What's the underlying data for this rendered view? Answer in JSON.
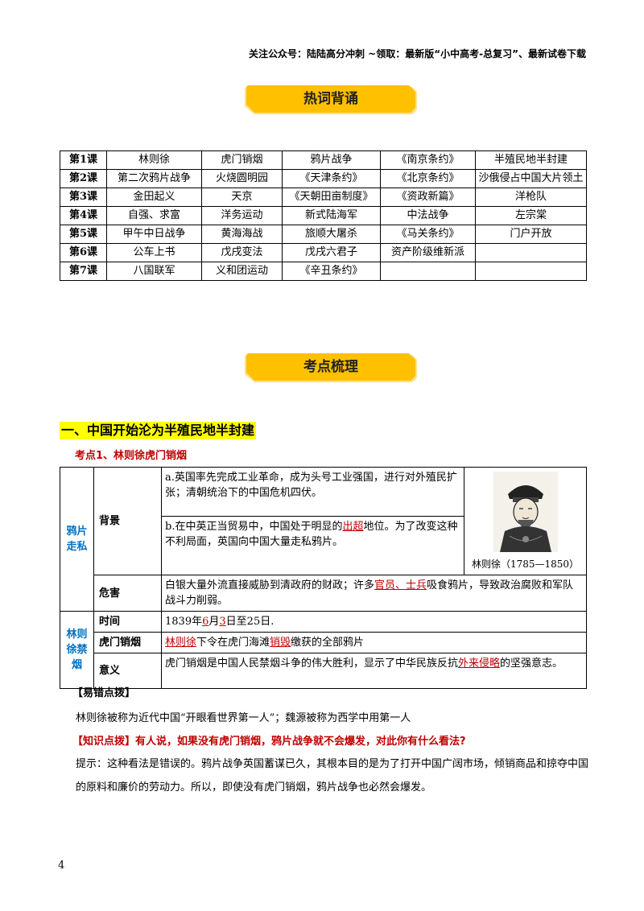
{
  "header_note": "关注公众号：陆陆高分冲刺 ~领取：最新版“小中高考-总复习”、最新试卷下载",
  "banners": {
    "hot_words": "热词背诵",
    "key_points": "考点梳理"
  },
  "vocab_table": {
    "rows": [
      {
        "lesson": "第1课",
        "items": [
          "林则徐",
          "虎门销烟",
          "鸦片战争",
          "《南京条约》",
          "半殖民地半封建"
        ]
      },
      {
        "lesson": "第2课",
        "items": [
          "第二次鸦片战争",
          "火烧圆明园",
          "《天津条约》",
          "《北京条约》",
          "沙俄侵占中国大片领土"
        ]
      },
      {
        "lesson": "第3课",
        "items": [
          "金田起义",
          "天京",
          "《天朝田亩制度》",
          "《资政新篇》",
          "洋枪队"
        ]
      },
      {
        "lesson": "第4课",
        "items": [
          "自强、求富",
          "洋务运动",
          "新式陆海军",
          "中法战争",
          "左宗棠"
        ]
      },
      {
        "lesson": "第5课",
        "items": [
          "甲午中日战争",
          "黄海海战",
          "旅顺大屠杀",
          "《马关条约》",
          "门户开放"
        ]
      },
      {
        "lesson": "第6课",
        "items": [
          "公车上书",
          "戊戌变法",
          "戊戌六君子",
          "资产阶级维新派",
          ""
        ]
      },
      {
        "lesson": "第7课",
        "items": [
          "八国联军",
          "义和团运动",
          "《辛丑条约》",
          "",
          ""
        ]
      }
    ]
  },
  "section_title": "一、中国开始沦为半殖民地半封建",
  "point_title": "考点1、林则徐虎门销烟",
  "detail": {
    "group1_label": "鸦片走私",
    "background_label": "背景",
    "background_a": "a.英国率先完成工业革命，成为头号工业强国，进行对外殖民扩张；清朝统治下的中国危机四伏。",
    "background_b_pre": "b.在中英正当贸易中，中国处于明显的",
    "background_b_hl": "出超",
    "background_b_post": "地位。为了改变这种不利局面，英国向中国大量走私鸦片。",
    "portrait_caption": "林则徐（1785—1850）",
    "harm_label": "危害",
    "harm_pre": "白银大量外流直接威胁到清政府的财政；许多",
    "harm_hl": "官员、士兵",
    "harm_post": "吸食鸦片，导致政治腐败和军队战斗力削弱。",
    "group2_label": "林则徐禁烟",
    "time_label": "时间",
    "time_pre": "1839年",
    "time_month": "6",
    "time_mid": "月",
    "time_day": "3",
    "time_post": "日至25日.",
    "event_label": "虎门销烟",
    "event_hl1": "林则徐",
    "event_mid": "下令在虎门海滩",
    "event_hl2": "销毁",
    "event_post": "缴获的全部鸦片",
    "meaning_label": "意义",
    "meaning_pre": "虎门销烟是中国人民禁烟斗争的伟大胜利，显示了中华民族反抗",
    "meaning_hl": "外来侵略",
    "meaning_post": "的坚强意志。"
  },
  "tips_title": "【易错点拨】",
  "tips_text": "林则徐被称为近代中国“开眼看世界第一人”；魏源被称为西学中用第一人",
  "knowledge_title": "【知识点拨】有人说，如果没有虎门销烟，鸦片战争就不会爆发，对此你有什么看法?",
  "hint_text": "提示：这种看法是错误的。鸦片战争英国蓄谋已久，其根本目的是为了打开中国广阔市场，倾销商品和掠夺中国的原料和廉价的劳动力。所以，即使没有虎门销烟，鸦片战争也必然会爆发。",
  "page_number": "4",
  "colors": {
    "banner_fill": "#ffc000",
    "banner_glow": "#ffe08a",
    "highlight_red": "#c00000",
    "label_blue": "#0070c0",
    "section_bg": "#ffff00"
  }
}
